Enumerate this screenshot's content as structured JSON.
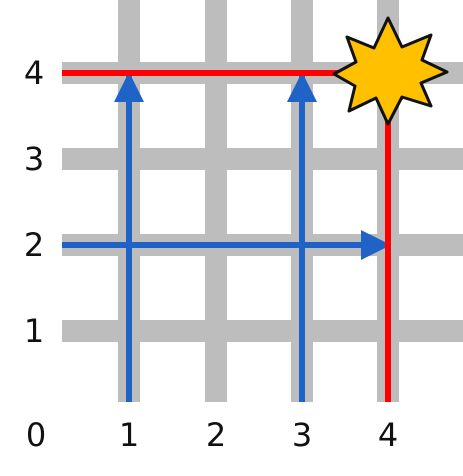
{
  "diagram": {
    "colors": {
      "grid": "#bdbdbd",
      "blue_arrow": "#1f63c6",
      "red_path": "#ff0000",
      "burst_fill": "#ffc000",
      "burst_stroke": "#111111"
    },
    "axis_labels": {
      "origin": "0",
      "x": [
        "1",
        "2",
        "3",
        "4"
      ],
      "y": [
        "1",
        "2",
        "3",
        "4"
      ]
    },
    "features": {
      "blue_arrows": "up at x=1 and x=3 to y=4; right at y=2 to x=4",
      "red_path": "right along y=4 to x=4 and up along x=4 to y=4",
      "marker": "yellow burst at (4,4)"
    }
  }
}
